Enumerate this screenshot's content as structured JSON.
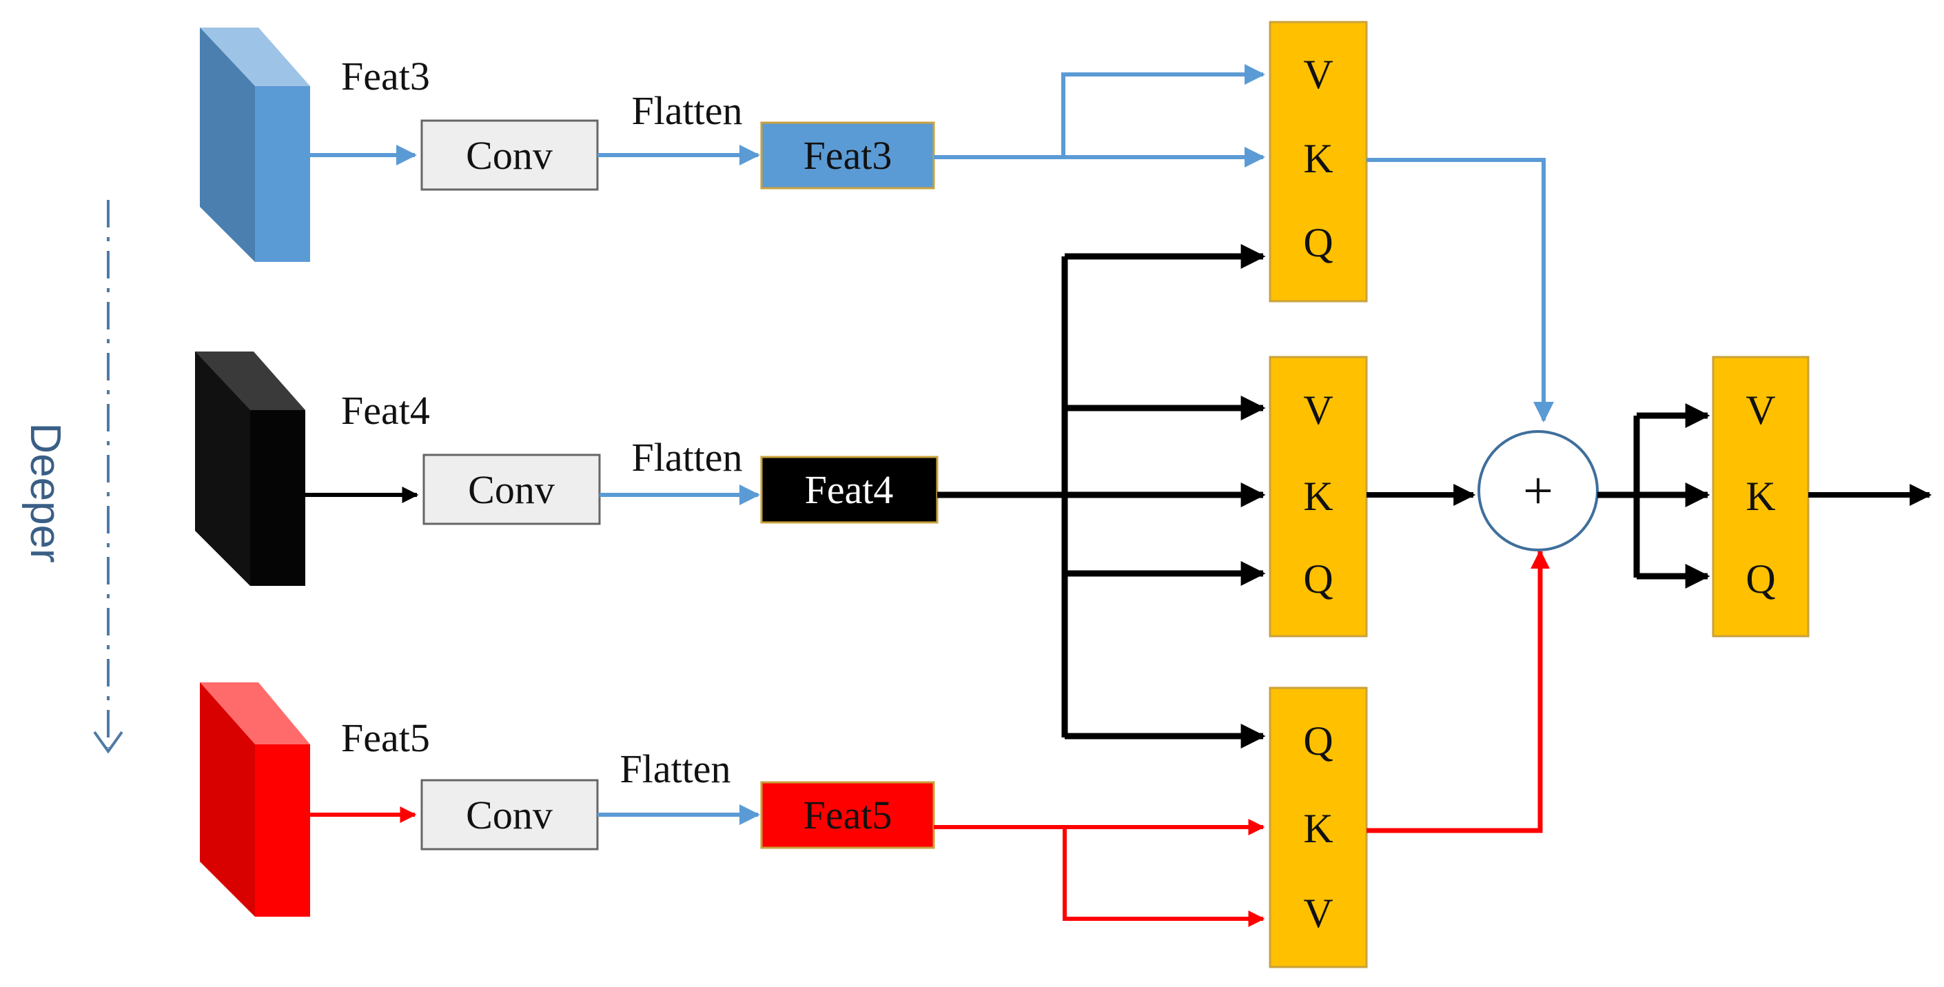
{
  "colors": {
    "blue_light": "#5b9bd5",
    "blue_dark": "#3f6f9c",
    "blue_top": "#9dc3e6",
    "blue_arrow": "#5b9bd5",
    "black": "#000000",
    "black_top": "#3a3a3a",
    "red": "#ff0000",
    "red_dark": "#c00000",
    "red_top": "#ff6b6b",
    "gold": "#ffc000",
    "gold_border": "#c9a23c",
    "conv_fill": "#eeeeee",
    "conv_border": "#666666",
    "deeper_line": "#4f7aa6",
    "plus_border": "#3f6f9c"
  },
  "axis_hint": {
    "label": "Deeper",
    "icon": "dashdot-down-arrow"
  },
  "rows": [
    {
      "id": "feat3",
      "cube_label": "Feat3",
      "conv_label": "Conv",
      "flatten_label": "Flatten",
      "token_label": "Feat3",
      "token_fill": "#5b9bd5",
      "token_text": "#111111",
      "color_key": "blue"
    },
    {
      "id": "feat4",
      "cube_label": "Feat4",
      "conv_label": "Conv",
      "flatten_label": "Flatten",
      "token_label": "Feat4",
      "token_fill": "#000000",
      "token_text": "#ffffff",
      "color_key": "black"
    },
    {
      "id": "feat5",
      "cube_label": "Feat5",
      "conv_label": "Conv",
      "flatten_label": "Flatten",
      "token_label": "Feat5",
      "token_fill": "#ff0000",
      "token_text": "#111111",
      "color_key": "red"
    }
  ],
  "attention_blocks": [
    {
      "id": "attn-top",
      "letters": [
        "V",
        "K",
        "Q"
      ]
    },
    {
      "id": "attn-mid",
      "letters": [
        "V",
        "K",
        "Q"
      ]
    },
    {
      "id": "attn-bottom",
      "letters": [
        "Q",
        "K",
        "V"
      ]
    },
    {
      "id": "attn-final",
      "letters": [
        "V",
        "K",
        "Q"
      ]
    }
  ],
  "sum_node": {
    "symbol": "+",
    "icon": "plus-circle-icon"
  }
}
